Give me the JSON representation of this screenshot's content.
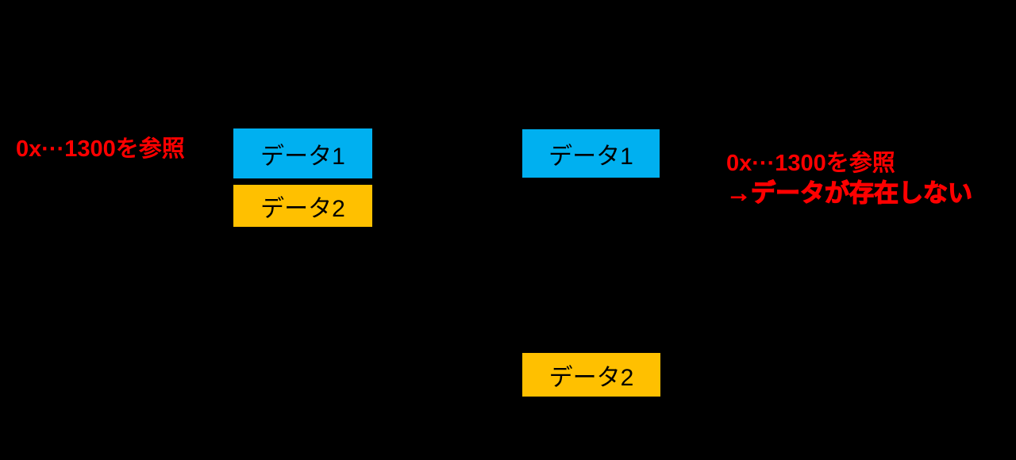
{
  "diagram": {
    "description_colors": {
      "canvas_bg": "#000000",
      "data1_fill": "#00B0F0",
      "data2_fill": "#FFC000",
      "annotation_red": "#FF0000",
      "box_text": "#000000",
      "box_border": "#000000"
    },
    "left_group": {
      "annotation": "0x···1300を参照",
      "data1_label": "データ1",
      "data2_label": "データ2"
    },
    "right_group": {
      "data1_label": "データ1",
      "data2_label": "データ2",
      "annotation_line1": "0x···1300を参照",
      "annotation_line2": "→データが存在しない"
    }
  }
}
